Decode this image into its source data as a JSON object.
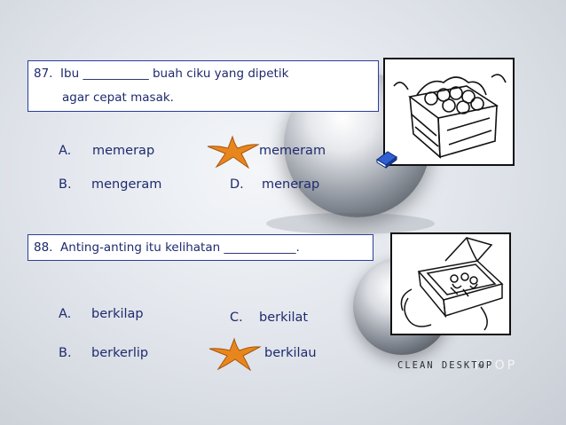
{
  "q87": {
    "line1": "87.  Ibu ___________ buah ciku yang dipetik",
    "line2": "agar cepat masak.",
    "options": {
      "a_letter": "A.",
      "a_text": "memerap",
      "c_text": "memeram",
      "b_letter": "B.",
      "b_text": "mengeram",
      "d_letter": "D.",
      "d_text": "menerap"
    }
  },
  "q88": {
    "line1": "88.  Anting-anting itu kelihatan ____________.",
    "options": {
      "a_letter": "A.",
      "a_text": "berkilap",
      "c_letter": "C.",
      "c_text": "berkilat",
      "b_letter": "B.",
      "b_text": "berkerlip",
      "d_text": "berkilau"
    }
  },
  "branding": {
    "logo": "CLEAN DESKTOP",
    "logo_ghost": "KTOP",
    "logo_small": "TM"
  },
  "colors": {
    "text": "#1e2a6e",
    "border": "#2c3e9c",
    "star": "#e8861e"
  },
  "icons": {
    "answer_marker": "starfish-icon",
    "book": "book-icon"
  }
}
